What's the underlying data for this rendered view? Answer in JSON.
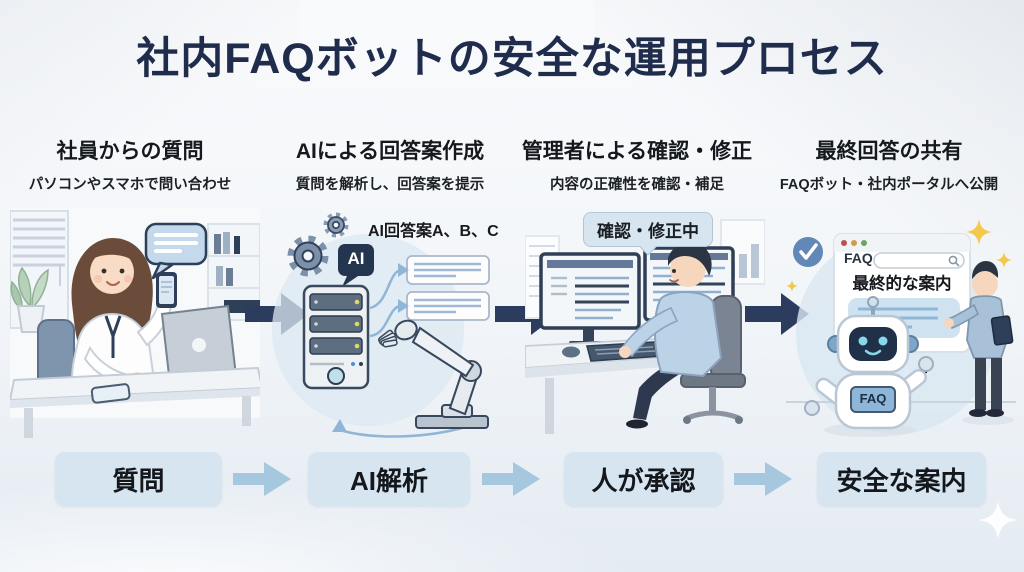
{
  "page": {
    "title": "社内FAQボットの安全な運用プロセス"
  },
  "steps": [
    {
      "heading": "社員からの質問",
      "subheading": "パソコンやスマホで問い合わせ",
      "flow_label": "質問"
    },
    {
      "heading": "AIによる回答案作成",
      "subheading": "質問を解析し、回答案を提示",
      "flow_label": "AI解析",
      "annotation": "AI回答案A、B、C",
      "chip_label": "AI"
    },
    {
      "heading": "管理者による確認・修正",
      "subheading": "内容の正確性を確認・補足",
      "flow_label": "人が承認",
      "status_badge": "確認・修正中"
    },
    {
      "heading": "最終回答の共有",
      "subheading": "FAQボット・社内ポータルへ公開",
      "flow_label": "安全な案内",
      "browser_title": "FAQ",
      "browser_message": "最終的な案内",
      "robot_badge": "FAQ"
    }
  ],
  "icons": {
    "gear-icon": "dashed-ring-gear",
    "chat-bubble-icon": "rounded-rect-with-tail",
    "check-icon": "white-polyline-in-circle",
    "search-icon": "circle-with-handle",
    "sparkle-icon": "four-point-star",
    "process-arrow-icon": "solid-right-arrow",
    "flow-arrow-icon": "solid-right-arrow"
  },
  "colors": {
    "title_text": "#1f2c4b",
    "heading_text": "#15181d",
    "process_arrow": "#2b3c5e",
    "flow_box_fill": "#d6e5f0",
    "flow_arrow_fill": "#a6c8de",
    "ai_chip_navy": "#24364f",
    "status_badge_fill": "#d6e5f0",
    "sparkle_yellow": "#f2c94c",
    "background_top": "#f9fafc",
    "background_bottom": "#e4ebf2"
  }
}
